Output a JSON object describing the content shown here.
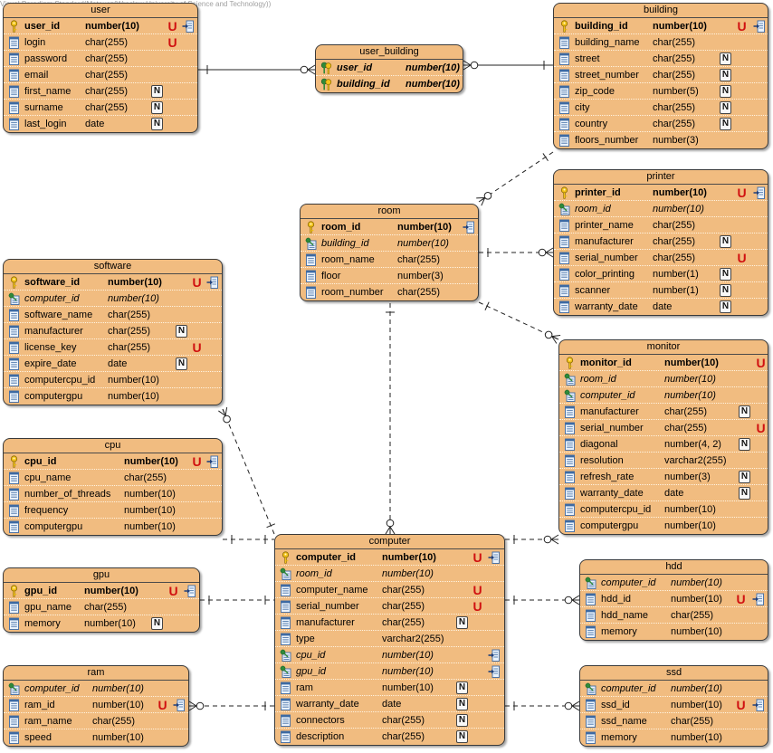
{
  "watermark": "Visual Paradigm Standard(Mateusz(Wroclaw University of Science and Technology))",
  "entities": [
    {
      "id": "user",
      "title": "user",
      "cols": [
        {
          "name": "user_id",
          "type": "number(10)",
          "pk": true,
          "fk": false,
          "u": true,
          "n": false,
          "ref": true
        },
        {
          "name": "login",
          "type": "char(255)",
          "pk": false,
          "fk": false,
          "u": true,
          "n": false,
          "ref": false
        },
        {
          "name": "password",
          "type": "char(255)",
          "pk": false,
          "fk": false,
          "u": false,
          "n": false,
          "ref": false
        },
        {
          "name": "email",
          "type": "char(255)",
          "pk": false,
          "fk": false,
          "u": false,
          "n": false,
          "ref": false
        },
        {
          "name": "first_name",
          "type": "char(255)",
          "pk": false,
          "fk": false,
          "u": false,
          "n": true,
          "ref": false
        },
        {
          "name": "surname",
          "type": "char(255)",
          "pk": false,
          "fk": false,
          "u": false,
          "n": true,
          "ref": false
        },
        {
          "name": "last_login",
          "type": "date",
          "pk": false,
          "fk": false,
          "u": false,
          "n": true,
          "ref": false
        }
      ]
    },
    {
      "id": "user_building",
      "title": "user_building",
      "cols": [
        {
          "name": "user_id",
          "type": "number(10)",
          "pk": true,
          "fk": true,
          "u": false,
          "n": false,
          "ref": false
        },
        {
          "name": "building_id",
          "type": "number(10)",
          "pk": true,
          "fk": true,
          "u": false,
          "n": false,
          "ref": false
        }
      ]
    },
    {
      "id": "building",
      "title": "building",
      "cols": [
        {
          "name": "building_id",
          "type": "number(10)",
          "pk": true,
          "fk": false,
          "u": true,
          "n": false,
          "ref": true
        },
        {
          "name": "building_name",
          "type": "char(255)",
          "pk": false,
          "fk": false,
          "u": false,
          "n": false,
          "ref": false
        },
        {
          "name": "street",
          "type": "char(255)",
          "pk": false,
          "fk": false,
          "u": false,
          "n": true,
          "ref": false
        },
        {
          "name": "street_number",
          "type": "char(255)",
          "pk": false,
          "fk": false,
          "u": false,
          "n": true,
          "ref": false
        },
        {
          "name": "zip_code",
          "type": "number(5)",
          "pk": false,
          "fk": false,
          "u": false,
          "n": true,
          "ref": false
        },
        {
          "name": "city",
          "type": "char(255)",
          "pk": false,
          "fk": false,
          "u": false,
          "n": true,
          "ref": false
        },
        {
          "name": "country",
          "type": "char(255)",
          "pk": false,
          "fk": false,
          "u": false,
          "n": true,
          "ref": false
        },
        {
          "name": "floors_number",
          "type": "number(3)",
          "pk": false,
          "fk": false,
          "u": false,
          "n": false,
          "ref": false
        }
      ]
    },
    {
      "id": "printer",
      "title": "printer",
      "cols": [
        {
          "name": "printer_id",
          "type": "number(10)",
          "pk": true,
          "fk": false,
          "u": true,
          "n": false,
          "ref": true
        },
        {
          "name": "room_id",
          "type": "number(10)",
          "pk": false,
          "fk": true,
          "u": false,
          "n": false,
          "ref": false
        },
        {
          "name": "printer_name",
          "type": "char(255)",
          "pk": false,
          "fk": false,
          "u": false,
          "n": false,
          "ref": false
        },
        {
          "name": "manufacturer",
          "type": "char(255)",
          "pk": false,
          "fk": false,
          "u": false,
          "n": true,
          "ref": false
        },
        {
          "name": "serial_number",
          "type": "char(255)",
          "pk": false,
          "fk": false,
          "u": true,
          "n": false,
          "ref": false
        },
        {
          "name": "color_printing",
          "type": "number(1)",
          "pk": false,
          "fk": false,
          "u": false,
          "n": true,
          "ref": false
        },
        {
          "name": "scanner",
          "type": "number(1)",
          "pk": false,
          "fk": false,
          "u": false,
          "n": true,
          "ref": false
        },
        {
          "name": "warranty_date",
          "type": "date",
          "pk": false,
          "fk": false,
          "u": false,
          "n": true,
          "ref": false
        }
      ]
    },
    {
      "id": "room",
      "title": "room",
      "cols": [
        {
          "name": "room_id",
          "type": "number(10)",
          "pk": true,
          "fk": false,
          "u": false,
          "n": false,
          "ref": true
        },
        {
          "name": "building_id",
          "type": "number(10)",
          "pk": false,
          "fk": true,
          "u": false,
          "n": false,
          "ref": false
        },
        {
          "name": "room_name",
          "type": "char(255)",
          "pk": false,
          "fk": false,
          "u": false,
          "n": false,
          "ref": false
        },
        {
          "name": "floor",
          "type": "number(3)",
          "pk": false,
          "fk": false,
          "u": false,
          "n": false,
          "ref": false
        },
        {
          "name": "room_number",
          "type": "char(255)",
          "pk": false,
          "fk": false,
          "u": false,
          "n": false,
          "ref": false
        }
      ]
    },
    {
      "id": "software",
      "title": "software",
      "cols": [
        {
          "name": "software_id",
          "type": "number(10)",
          "pk": true,
          "fk": false,
          "u": true,
          "n": false,
          "ref": true
        },
        {
          "name": "computer_id",
          "type": "number(10)",
          "pk": false,
          "fk": true,
          "u": false,
          "n": false,
          "ref": false
        },
        {
          "name": "software_name",
          "type": "char(255)",
          "pk": false,
          "fk": false,
          "u": false,
          "n": false,
          "ref": false
        },
        {
          "name": "manufacturer",
          "type": "char(255)",
          "pk": false,
          "fk": false,
          "u": false,
          "n": true,
          "ref": false
        },
        {
          "name": "license_key",
          "type": "char(255)",
          "pk": false,
          "fk": false,
          "u": true,
          "n": false,
          "ref": false
        },
        {
          "name": "expire_date",
          "type": "date",
          "pk": false,
          "fk": false,
          "u": false,
          "n": true,
          "ref": false
        },
        {
          "name": "computercpu_id",
          "type": "number(10)",
          "pk": false,
          "fk": false,
          "u": false,
          "n": false,
          "ref": false
        },
        {
          "name": "computergpu",
          "type": "number(10)",
          "pk": false,
          "fk": false,
          "u": false,
          "n": false,
          "ref": false
        }
      ]
    },
    {
      "id": "monitor",
      "title": "monitor",
      "cols": [
        {
          "name": "monitor_id",
          "type": "number(10)",
          "pk": true,
          "fk": false,
          "u": true,
          "n": false,
          "ref": false
        },
        {
          "name": "room_id",
          "type": "number(10)",
          "pk": false,
          "fk": true,
          "u": false,
          "n": false,
          "ref": false
        },
        {
          "name": "computer_id",
          "type": "number(10)",
          "pk": false,
          "fk": true,
          "u": false,
          "n": false,
          "ref": false
        },
        {
          "name": "manufacturer",
          "type": "char(255)",
          "pk": false,
          "fk": false,
          "u": false,
          "n": true,
          "ref": false
        },
        {
          "name": "serial_number",
          "type": "char(255)",
          "pk": false,
          "fk": false,
          "u": true,
          "n": false,
          "ref": false
        },
        {
          "name": "diagonal",
          "type": "number(4, 2)",
          "pk": false,
          "fk": false,
          "u": false,
          "n": true,
          "ref": false
        },
        {
          "name": "resolution",
          "type": "varchar2(255)",
          "pk": false,
          "fk": false,
          "u": false,
          "n": false,
          "ref": false
        },
        {
          "name": "refresh_rate",
          "type": "number(3)",
          "pk": false,
          "fk": false,
          "u": false,
          "n": true,
          "ref": false
        },
        {
          "name": "warranty_date",
          "type": "date",
          "pk": false,
          "fk": false,
          "u": false,
          "n": true,
          "ref": false
        },
        {
          "name": "computercpu_id",
          "type": "number(10)",
          "pk": false,
          "fk": false,
          "u": false,
          "n": false,
          "ref": false
        },
        {
          "name": "computergpu",
          "type": "number(10)",
          "pk": false,
          "fk": false,
          "u": false,
          "n": false,
          "ref": false
        }
      ]
    },
    {
      "id": "cpu",
      "title": "cpu",
      "cols": [
        {
          "name": "cpu_id",
          "type": "number(10)",
          "pk": true,
          "fk": false,
          "u": true,
          "n": false,
          "ref": true
        },
        {
          "name": "cpu_name",
          "type": "char(255)",
          "pk": false,
          "fk": false,
          "u": false,
          "n": false,
          "ref": false
        },
        {
          "name": "number_of_threads",
          "type": "number(10)",
          "pk": false,
          "fk": false,
          "u": false,
          "n": false,
          "ref": false
        },
        {
          "name": "frequency",
          "type": "number(10)",
          "pk": false,
          "fk": false,
          "u": false,
          "n": false,
          "ref": false
        },
        {
          "name": "computergpu",
          "type": "number(10)",
          "pk": false,
          "fk": false,
          "u": false,
          "n": false,
          "ref": false
        }
      ]
    },
    {
      "id": "computer",
      "title": "computer",
      "cols": [
        {
          "name": "computer_id",
          "type": "number(10)",
          "pk": true,
          "fk": false,
          "u": true,
          "n": false,
          "ref": true
        },
        {
          "name": "room_id",
          "type": "number(10)",
          "pk": false,
          "fk": true,
          "u": false,
          "n": false,
          "ref": false
        },
        {
          "name": "computer_name",
          "type": "char(255)",
          "pk": false,
          "fk": false,
          "u": true,
          "n": false,
          "ref": false
        },
        {
          "name": "serial_number",
          "type": "char(255)",
          "pk": false,
          "fk": false,
          "u": true,
          "n": false,
          "ref": false
        },
        {
          "name": "manufacturer",
          "type": "char(255)",
          "pk": false,
          "fk": false,
          "u": false,
          "n": true,
          "ref": false
        },
        {
          "name": "type",
          "type": "varchar2(255)",
          "pk": false,
          "fk": false,
          "u": false,
          "n": false,
          "ref": false
        },
        {
          "name": "cpu_id",
          "type": "number(10)",
          "pk": false,
          "fk": true,
          "u": false,
          "n": false,
          "ref": true
        },
        {
          "name": "gpu_id",
          "type": "number(10)",
          "pk": false,
          "fk": true,
          "u": false,
          "n": false,
          "ref": true
        },
        {
          "name": "ram",
          "type": "number(10)",
          "pk": false,
          "fk": false,
          "u": false,
          "n": true,
          "ref": false
        },
        {
          "name": "warranty_date",
          "type": "date",
          "pk": false,
          "fk": false,
          "u": false,
          "n": true,
          "ref": false
        },
        {
          "name": "connectors",
          "type": "char(255)",
          "pk": false,
          "fk": false,
          "u": false,
          "n": true,
          "ref": false
        },
        {
          "name": "description",
          "type": "char(255)",
          "pk": false,
          "fk": false,
          "u": false,
          "n": true,
          "ref": false
        }
      ]
    },
    {
      "id": "gpu",
      "title": "gpu",
      "cols": [
        {
          "name": "gpu_id",
          "type": "number(10)",
          "pk": true,
          "fk": false,
          "u": true,
          "n": false,
          "ref": true
        },
        {
          "name": "gpu_name",
          "type": "char(255)",
          "pk": false,
          "fk": false,
          "u": false,
          "n": false,
          "ref": false
        },
        {
          "name": "memory",
          "type": "number(10)",
          "pk": false,
          "fk": false,
          "u": false,
          "n": true,
          "ref": false
        }
      ]
    },
    {
      "id": "hdd",
      "title": "hdd",
      "cols": [
        {
          "name": "computer_id",
          "type": "number(10)",
          "pk": false,
          "fk": true,
          "u": false,
          "n": false,
          "ref": false
        },
        {
          "name": "hdd_id",
          "type": "number(10)",
          "pk": false,
          "fk": false,
          "u": true,
          "n": false,
          "ref": true
        },
        {
          "name": "hdd_name",
          "type": "char(255)",
          "pk": false,
          "fk": false,
          "u": false,
          "n": false,
          "ref": false
        },
        {
          "name": "memory",
          "type": "number(10)",
          "pk": false,
          "fk": false,
          "u": false,
          "n": false,
          "ref": false
        }
      ]
    },
    {
      "id": "ram",
      "title": "ram",
      "cols": [
        {
          "name": "computer_id",
          "type": "number(10)",
          "pk": false,
          "fk": true,
          "u": false,
          "n": false,
          "ref": false
        },
        {
          "name": "ram_id",
          "type": "number(10)",
          "pk": false,
          "fk": false,
          "u": true,
          "n": false,
          "ref": true
        },
        {
          "name": "ram_name",
          "type": "char(255)",
          "pk": false,
          "fk": false,
          "u": false,
          "n": false,
          "ref": false
        },
        {
          "name": "speed",
          "type": "number(10)",
          "pk": false,
          "fk": false,
          "u": false,
          "n": false,
          "ref": false
        }
      ]
    },
    {
      "id": "ssd",
      "title": "ssd",
      "cols": [
        {
          "name": "computer_id",
          "type": "number(10)",
          "pk": false,
          "fk": true,
          "u": false,
          "n": false,
          "ref": false
        },
        {
          "name": "ssd_id",
          "type": "number(10)",
          "pk": false,
          "fk": false,
          "u": true,
          "n": false,
          "ref": true
        },
        {
          "name": "ssd_name",
          "type": "char(255)",
          "pk": false,
          "fk": false,
          "u": false,
          "n": false,
          "ref": false
        },
        {
          "name": "memory",
          "type": "number(10)",
          "pk": false,
          "fk": false,
          "u": false,
          "n": false,
          "ref": false
        }
      ]
    }
  ],
  "relationships": [
    {
      "from": "user",
      "to": "user_building",
      "style": "solid",
      "from_end": "one",
      "to_end": "zero-many"
    },
    {
      "from": "building",
      "to": "user_building",
      "style": "solid",
      "from_end": "one",
      "to_end": "zero-many"
    },
    {
      "from": "building",
      "to": "room",
      "style": "dashed",
      "from_end": "one",
      "to_end": "zero-many"
    },
    {
      "from": "room",
      "to": "printer",
      "style": "dashed",
      "from_end": "one",
      "to_end": "zero-many"
    },
    {
      "from": "room",
      "to": "monitor",
      "style": "dashed",
      "from_end": "one",
      "to_end": "zero-many"
    },
    {
      "from": "room",
      "to": "computer",
      "style": "dashed",
      "from_end": "one",
      "to_end": "zero-many"
    },
    {
      "from": "computer",
      "to": "software",
      "style": "dashed",
      "from_end": "one",
      "to_end": "zero-many"
    },
    {
      "from": "computer",
      "to": "monitor",
      "style": "dashed",
      "from_end": "one",
      "to_end": "zero-many"
    },
    {
      "from": "cpu",
      "to": "computer",
      "style": "dashed",
      "from_end": "one",
      "to_end": "one"
    },
    {
      "from": "gpu",
      "to": "computer",
      "style": "dashed",
      "from_end": "one",
      "to_end": "one"
    },
    {
      "from": "computer",
      "to": "hdd",
      "style": "dashed",
      "from_end": "one",
      "to_end": "zero-many"
    },
    {
      "from": "computer",
      "to": "ram",
      "style": "dashed",
      "from_end": "one",
      "to_end": "zero-many"
    },
    {
      "from": "computer",
      "to": "ssd",
      "style": "dashed",
      "from_end": "one",
      "to_end": "zero-many"
    }
  ]
}
